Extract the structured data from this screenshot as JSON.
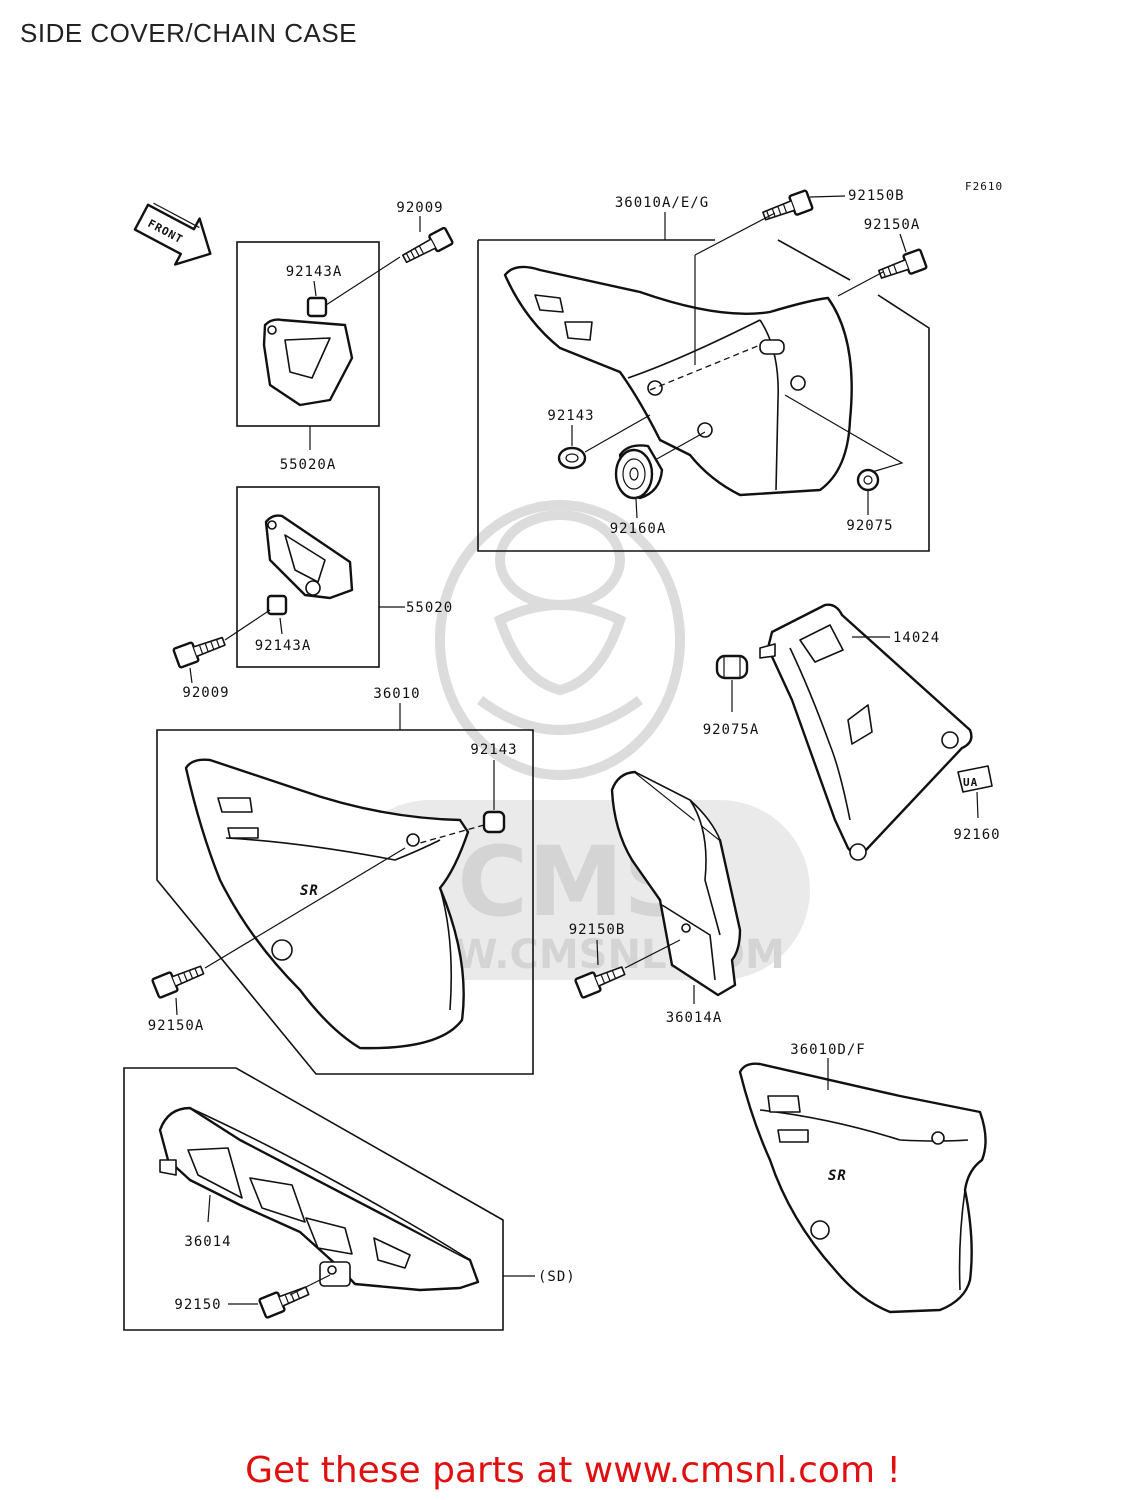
{
  "title": "SIDE COVER/CHAIN CASE",
  "figure_code": "F2610",
  "front_arrow_label": "FRONT",
  "watermark": {
    "logo_text": "CMS",
    "url_text": "WWW.CMSNL.COM"
  },
  "badges": {
    "sr_emblem": "SR",
    "label_92160": "UA"
  },
  "parts": [
    {
      "id": "p92009_top",
      "number": "92009"
    },
    {
      "id": "p92143A_top",
      "number": "92143A"
    },
    {
      "id": "p55020A",
      "number": "55020A"
    },
    {
      "id": "p55020",
      "number": "55020"
    },
    {
      "id": "p92143A_bot",
      "number": "92143A"
    },
    {
      "id": "p92009_bot",
      "number": "92009"
    },
    {
      "id": "p36010AEG",
      "number": "36010A/E/G"
    },
    {
      "id": "p92150B_top",
      "number": "92150B"
    },
    {
      "id": "p92150A_top",
      "number": "92150A"
    },
    {
      "id": "p92143_top",
      "number": "92143"
    },
    {
      "id": "p92160A",
      "number": "92160A"
    },
    {
      "id": "p92075",
      "number": "92075"
    },
    {
      "id": "p14024",
      "number": "14024"
    },
    {
      "id": "p92075A",
      "number": "92075A"
    },
    {
      "id": "p92160",
      "number": "92160"
    },
    {
      "id": "p36010",
      "number": "36010"
    },
    {
      "id": "p92143_mid",
      "number": "92143"
    },
    {
      "id": "p92150A_mid",
      "number": "92150A"
    },
    {
      "id": "p92150B_mid",
      "number": "92150B"
    },
    {
      "id": "p36014A",
      "number": "36014A"
    },
    {
      "id": "p36010DF",
      "number": "36010D/F"
    },
    {
      "id": "p36014",
      "number": "36014"
    },
    {
      "id": "p92150",
      "number": "92150"
    },
    {
      "id": "pSD",
      "number": "(SD)"
    }
  ],
  "footer_cta": "Get these parts at www.cmsnl.com !"
}
